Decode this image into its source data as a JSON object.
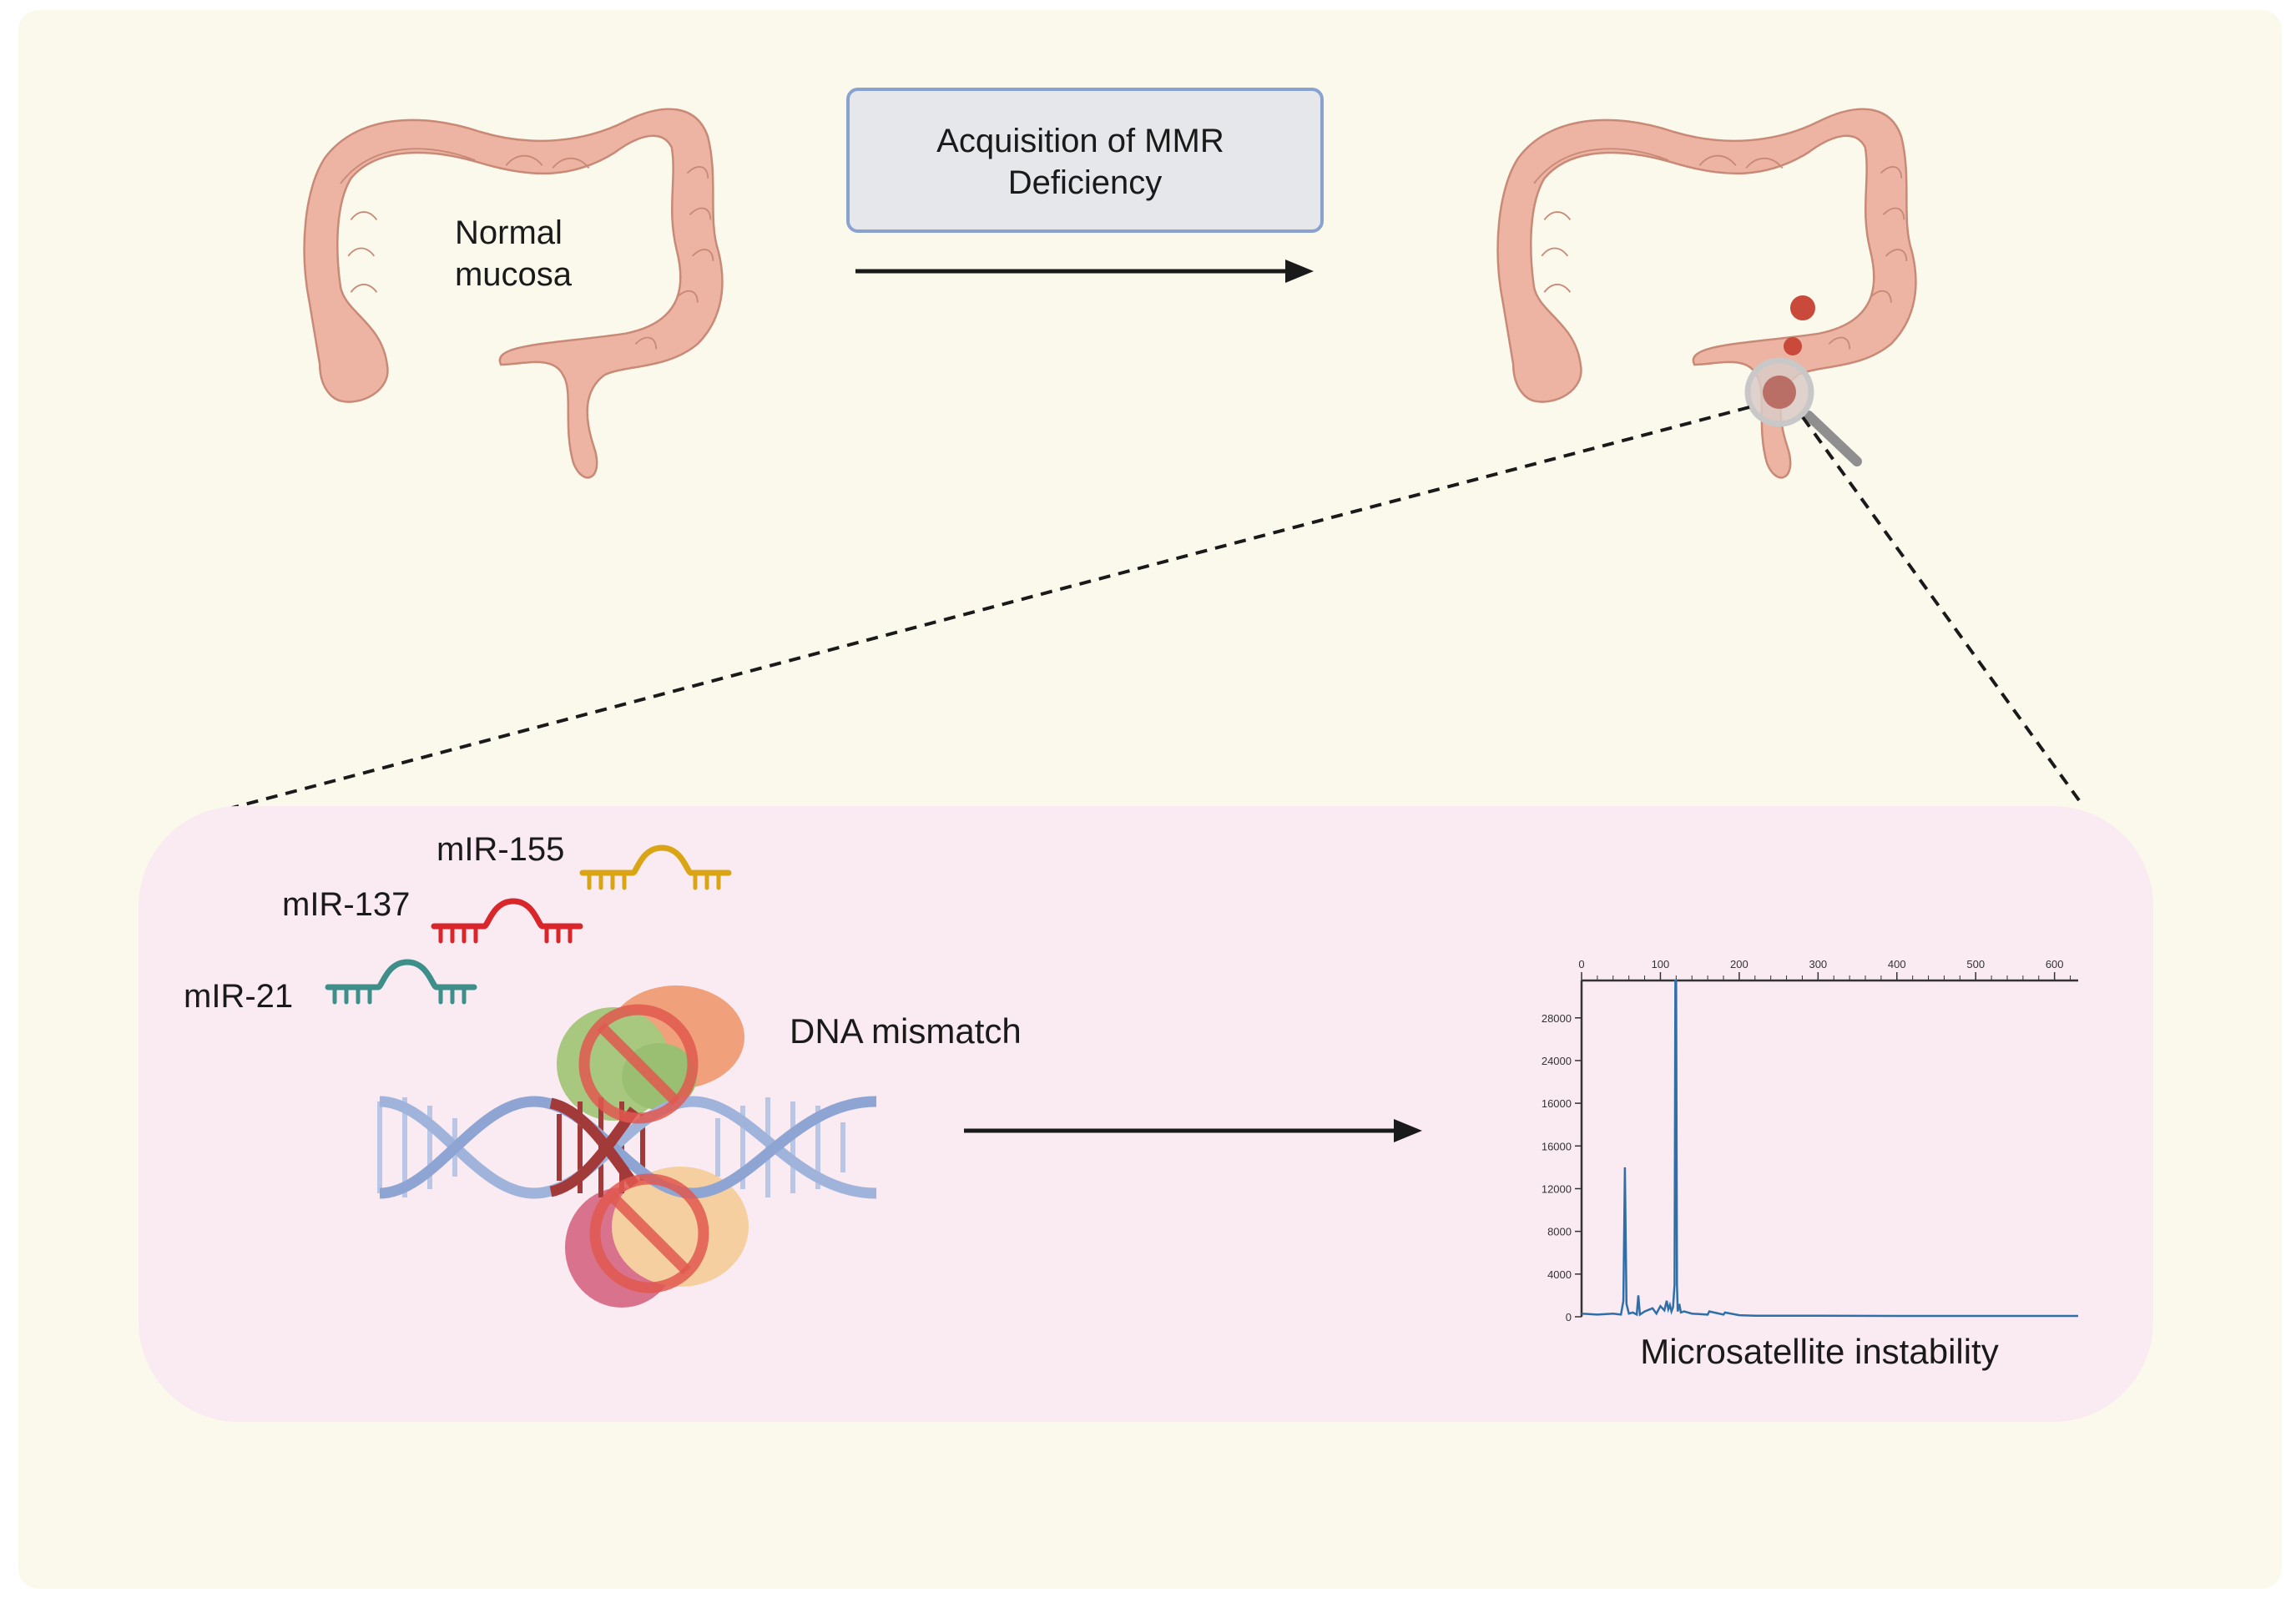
{
  "normal_label": [
    "Normal",
    "mucosa"
  ],
  "process_box": [
    "Acquisition of MMR",
    "Deficiency"
  ],
  "mirnas": [
    {
      "label": "mIR-155",
      "color": "#d9a514"
    },
    {
      "label": "mIR-137",
      "color": "#d9262b"
    },
    {
      "label": "mIR-21",
      "color": "#3e8f8a"
    }
  ],
  "dna_mismatch_label": "DNA mismatch",
  "chart_caption": "Microsatellite instability",
  "colors": {
    "background": "#fbf9ec",
    "detail_panel": "#faebf2",
    "colon_fill": "#edb4a3",
    "colon_stroke": "#c98977",
    "process_box_fill": "#e6e7ea",
    "process_box_border": "#8aa2cf",
    "dna_light": "#aebfe2",
    "dna_dark": "#a33a3a",
    "tumor": "#c9493b",
    "chart_line": "#2f6fa8"
  },
  "icons": [
    "colon-normal-icon",
    "colon-tumor-icon",
    "magnifier-icon",
    "mirna-icon",
    "dna-helix-icon",
    "mmr-protein-icon",
    "no-sign-icon"
  ],
  "chart_data": {
    "type": "line",
    "title": "",
    "caption": "Microsatellite instability",
    "xlabel": "",
    "ylabel": "",
    "x_ticks": [
      "0",
      "100",
      "200",
      "300",
      "400",
      "500",
      "600"
    ],
    "y_ticks": [
      "0",
      "4000",
      "8000",
      "12000",
      "16000",
      "16000",
      "24000",
      "28000"
    ],
    "xlim": [
      0,
      630
    ],
    "ylim": [
      0,
      31500
    ],
    "x_axis_position": "top",
    "series": [
      {
        "x": [
          0,
          20,
          40,
          50,
          53,
          55,
          57,
          60,
          65,
          70,
          72,
          74,
          80,
          90,
          95,
          100,
          105,
          108,
          110,
          112,
          114,
          116,
          118,
          119,
          120,
          121,
          122,
          124,
          126,
          130,
          140,
          160,
          162,
          180,
          182,
          200,
          220,
          300,
          400,
          500,
          600,
          630
        ],
        "y": [
          300,
          200,
          300,
          200,
          1500,
          14000,
          1200,
          300,
          400,
          200,
          2000,
          200,
          500,
          800,
          300,
          1000,
          600,
          1500,
          700,
          1100,
          500,
          900,
          3000,
          31500,
          32000,
          3000,
          500,
          1200,
          400,
          500,
          300,
          200,
          500,
          200,
          400,
          150,
          100,
          100,
          80,
          80,
          80,
          80
        ]
      }
    ]
  }
}
